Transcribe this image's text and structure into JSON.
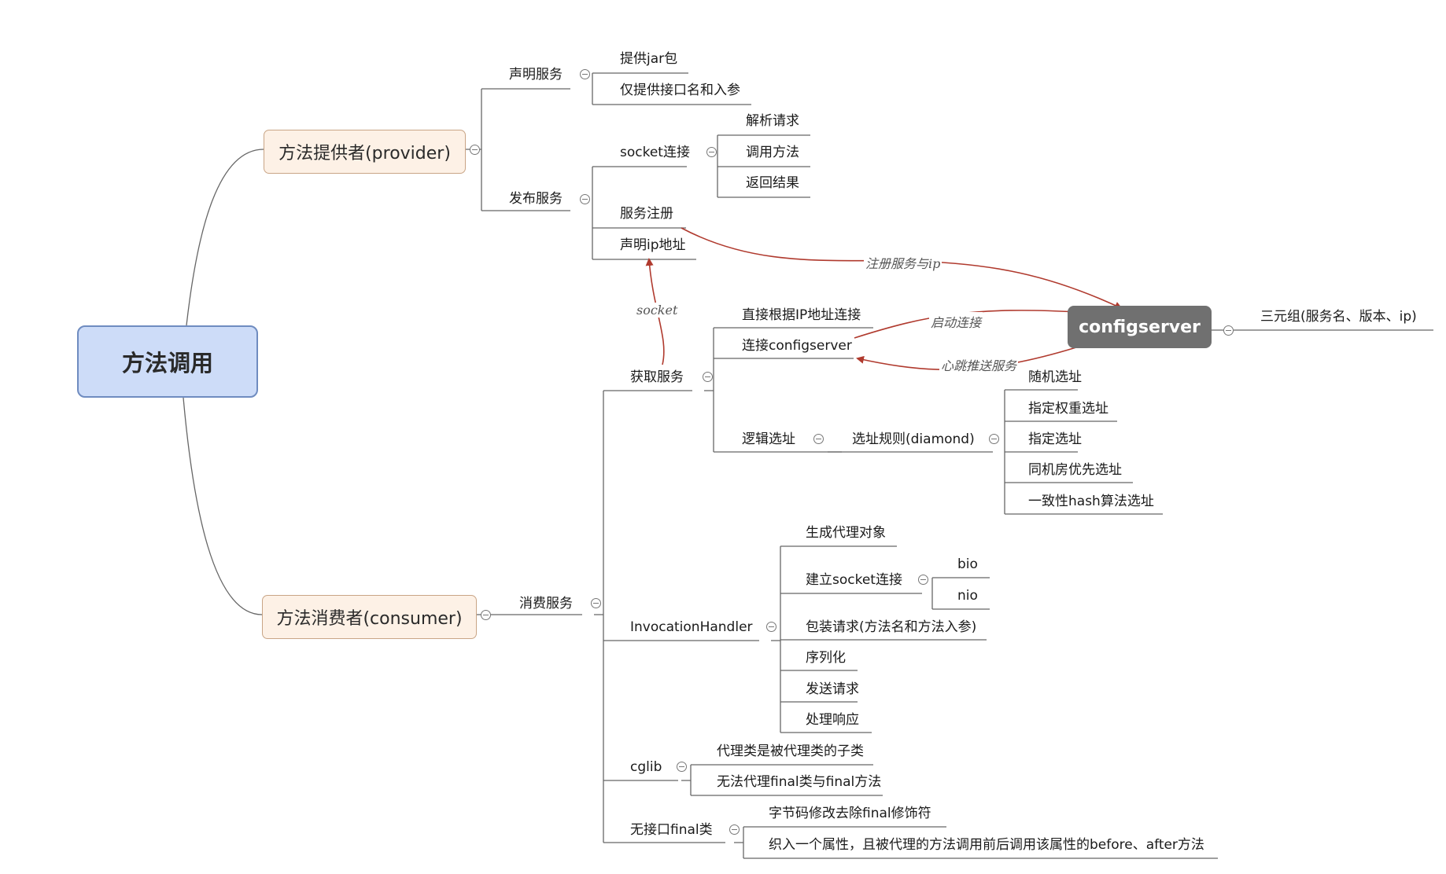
{
  "root": "方法调用",
  "provider": {
    "title": "方法提供者(provider)",
    "declare": {
      "label": "声明服务",
      "items": [
        "提供jar包",
        "仅提供接口名和入参"
      ]
    },
    "publish": {
      "label": "发布服务",
      "socket": {
        "label": "socket连接",
        "items": [
          "解析请求",
          "调用方法",
          "返回结果"
        ]
      },
      "register": "服务注册",
      "declare_ip": "声明ip地址"
    }
  },
  "consumer": {
    "title": "方法消费者(consumer)",
    "consume": {
      "label": "消费服务"
    },
    "get_service": {
      "label": "获取服务",
      "direct": "直接根据IP地址连接",
      "connect_cfg": "连接configserver",
      "logic": {
        "label": "逻辑选址",
        "rule": "选址规则(diamond)",
        "items": [
          "随机选址",
          "指定权重选址",
          "指定选址",
          "同机房优先选址",
          "一致性hash算法选址"
        ]
      }
    },
    "invocation": {
      "label": "InvocationHandler",
      "proxy": "生成代理对象",
      "socket": {
        "label": "建立socket连接",
        "items": [
          "bio",
          "nio"
        ]
      },
      "items": [
        "包装请求(方法名和方法入参)",
        "序列化",
        "发送请求",
        "处理响应"
      ]
    },
    "cglib": {
      "label": "cglib",
      "items": [
        "代理类是被代理类的子类",
        "无法代理final类与final方法"
      ]
    },
    "nofinal": {
      "label": "无接口final类",
      "items": [
        "字节码修改去除final修饰符",
        "织入一个属性，且被代理的方法调用前后调用该属性的before、after方法"
      ]
    }
  },
  "configserver": {
    "label": "configserver",
    "detail": "三元组(服务名、版本、ip)"
  },
  "relations": {
    "register": "注册服务与ip",
    "socket": "socket",
    "start": "启动连接",
    "heartbeat": "心跳推送服务"
  },
  "colors": {
    "relation": "#b03a2e",
    "line": "#666666",
    "root_fill": "#cddcf8",
    "main_fill": "#fdf1e6",
    "cfg_fill": "#707070"
  }
}
